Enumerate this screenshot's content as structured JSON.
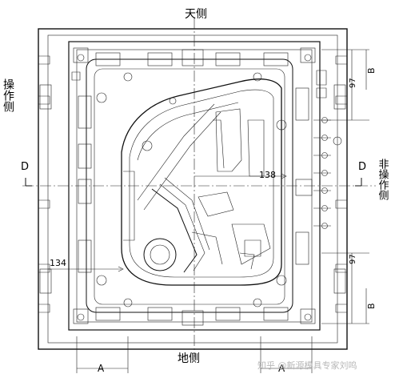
{
  "labels": {
    "top": "天侧",
    "bottom": "地侧",
    "left": "操作侧",
    "right": "非操作侧",
    "section_left": "D",
    "section_right": "D",
    "dim_138": "138",
    "dim_134": "134",
    "dim_97_top": "97",
    "dim_97_bottom": "97",
    "dim_B_top": "B",
    "dim_B_bottom": "B",
    "dim_A_left": "A",
    "dim_A_right": "A"
  },
  "watermark": "知乎 @新源模具专家刘鸣",
  "colors": {
    "line": "#111111",
    "paper": "#ffffff",
    "watermark": "#b8b8b8"
  }
}
